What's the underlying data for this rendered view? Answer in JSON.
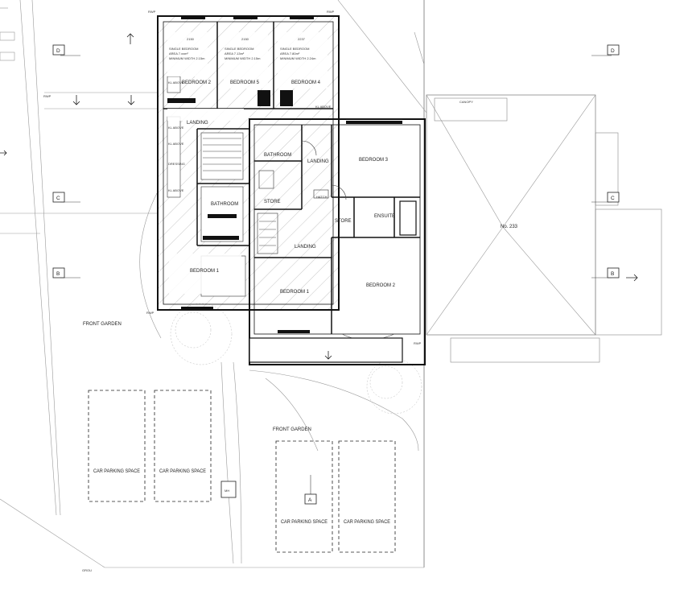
{
  "rooms": {
    "single_bedroom_note": "SINGLE BEDROOM",
    "single_bedroom_1_area": "AREA 7.xxm²",
    "single_bedroom_2_area": "AREA 7.13m²",
    "single_bedroom_3_area": "AREA 7.80m²",
    "single_bedroom_1_width": "MINIMUM WIDTH 2.15m",
    "single_bedroom_2_width": "MINIMUM WIDTH 2.15m",
    "single_bedroom_3_width": "MINIMUM WIDTH 2.24m",
    "dim_1": "2150",
    "dim_2": "2150",
    "dim_3": "2237",
    "bedroom_2_left": "BEDROOM 2",
    "bedroom_5": "BEDROOM 5",
    "bedroom_4": "BEDROOM 4",
    "landing_left": "LANDING",
    "bathroom_left": "BATHROOM",
    "bedroom_1_left": "BEDROOM 1",
    "bathroom_mid": "BATHROOM",
    "landing_mid": "LANDING",
    "store_mid": "STORE",
    "hatch": "HATCH",
    "store_right": "STORE",
    "ensuite": "ENSUITE",
    "bedroom_3": "BEDROOM 3",
    "landing_lower": "LANDING",
    "bedroom_1_mid": "BEDROOM 1",
    "bedroom_2_right": "BEDROOM 2"
  },
  "fixtures": {
    "kl_above_1": "KL ABOVE",
    "kl_above_2": "KL ABOVE",
    "kl_above_3": "KL ABOVE",
    "kl_above_4": "KL ABOVE",
    "kl_above_5": "KL ABOVE",
    "dressing": "DRESSING",
    "mh": "MH"
  },
  "site": {
    "front_garden_left": "FRONT GARDEN",
    "front_garden_mid": "FRONT GARDEN",
    "parking_1": "CAR PARKING SPACE",
    "parking_2": "CAR PARKING SPACE",
    "parking_3": "CAR PARKING SPACE",
    "parking_4": "CAR PARKING SPACE",
    "neighbour": "No. 233",
    "canopy": "CANOPY",
    "rwp_1": "RWP",
    "rwp_2": "RWP",
    "rwp_3": "RWP",
    "rwp_4": "RWP",
    "rwp_5": "RWP",
    "ground": "GROU"
  },
  "section_markers": {
    "d_left": "D",
    "d_right": "D",
    "c_left": "C",
    "c_right": "C",
    "b_left": "B",
    "b_right": "B",
    "a": "A"
  }
}
